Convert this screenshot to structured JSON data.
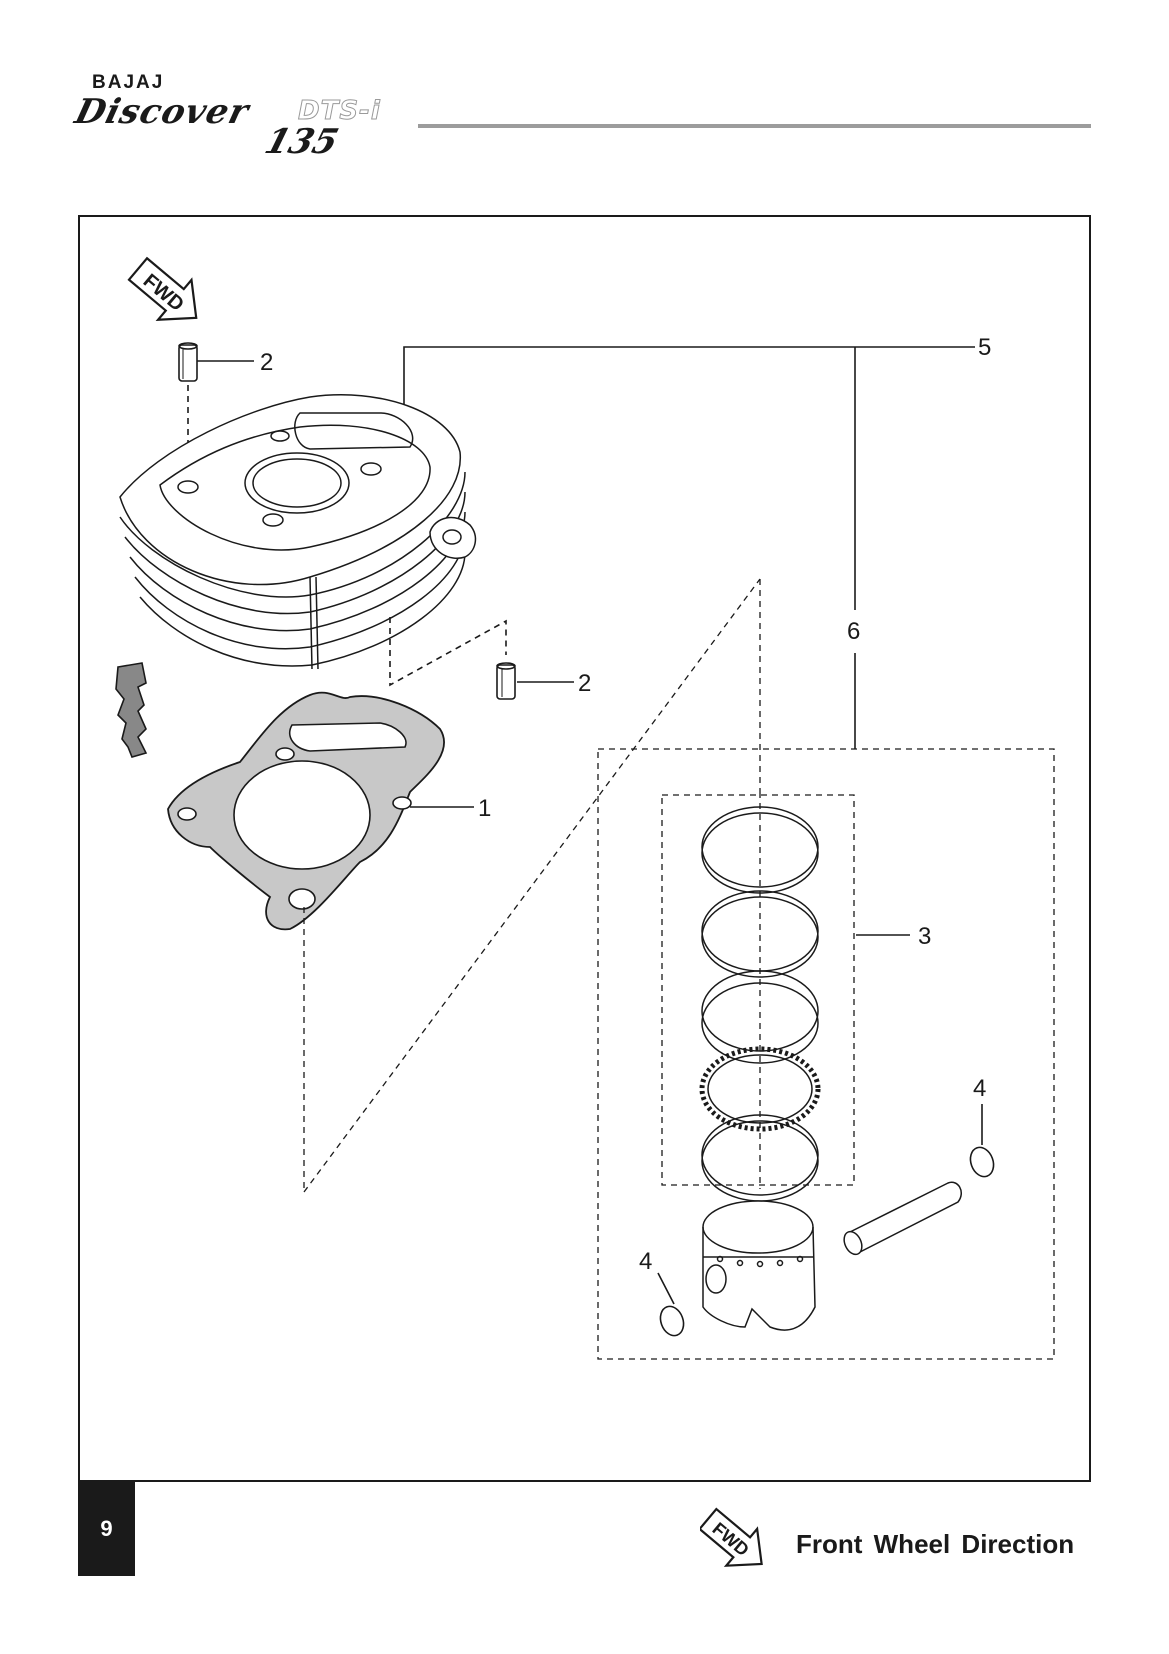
{
  "brand": {
    "maker": "BAJAJ",
    "model": "Discover",
    "variant": "DTS-i",
    "displacement": "135"
  },
  "diagram": {
    "fwd_marker": "FWD",
    "callouts": {
      "gasket": "1",
      "dowel_top": "2",
      "dowel_bottom": "2",
      "piston_ring_set": "3",
      "circlip_right": "4",
      "circlip_left": "4",
      "cylinder_kit": "5",
      "piston_kit": "6"
    }
  },
  "footer": {
    "page_number": "9",
    "legend_marker": "FWD",
    "legend_label": "Front Wheel Direction"
  }
}
